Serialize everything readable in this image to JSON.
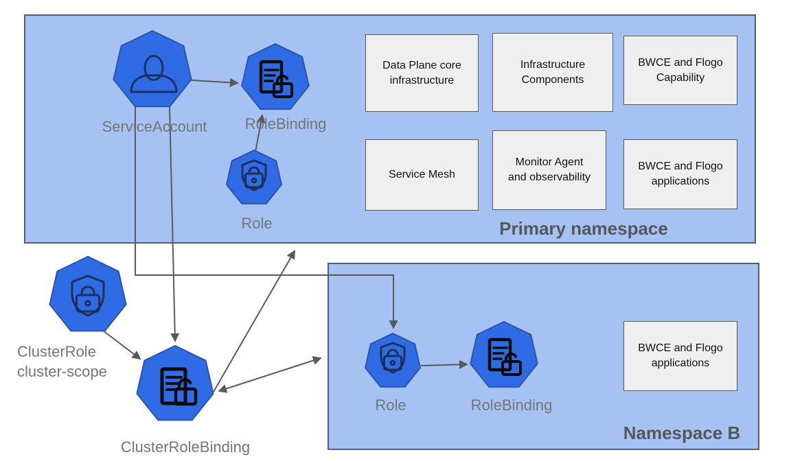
{
  "theme": {
    "canvas-bg": "#ffffff",
    "namespace-fill": "#a6c2f2",
    "namespace-border": "#4d5c7c",
    "node-fill": "#2f6be4",
    "node-edge": "#2b55a8",
    "icon-navy": "#1d3057",
    "icon-black": "#0c0c0c",
    "box-fill": "#efefef",
    "box-border": "#595959",
    "box-text": "#111111",
    "arrow-color": "#595959",
    "node-label-color": "#757575",
    "namespace-label-color": "#55575b"
  },
  "namespaces": {
    "primary": {
      "label": "Primary namespace",
      "boxes": {
        "data_plane": "Data Plane core\ninfrastructure",
        "infrastructure": "Infrastructure\nComponents",
        "bwce_capability": "BWCE and Flogo\nCapability",
        "service_mesh": "Service Mesh",
        "monitor_agent": "Monitor Agent\nand observability",
        "bwce_applications": "BWCE and Flogo\napplications"
      }
    },
    "namespace_b": {
      "label": "Namespace B",
      "boxes": {
        "bwce_applications": "BWCE and Flogo\napplications"
      }
    }
  },
  "nodes": {
    "service_account": "ServiceAccount",
    "role_binding_primary": "RoleBinding",
    "role_primary": "Role",
    "cluster_role": "ClusterRole\ncluster-scope",
    "cluster_role_binding": "ClusterRoleBinding",
    "role_namespace_b": "Role",
    "role_binding_namespace_b": "RoleBinding"
  }
}
